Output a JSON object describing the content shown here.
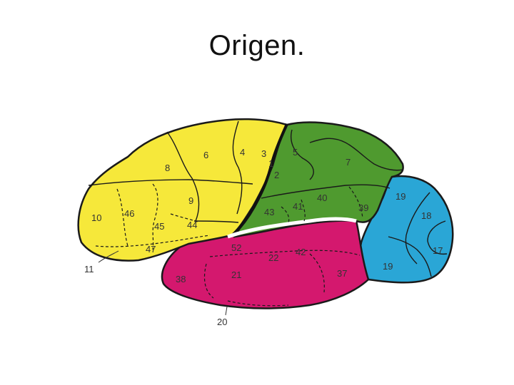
{
  "slide": {
    "title": "Origen."
  },
  "diagram": {
    "colors": {
      "frontal": "#f6e83a",
      "parietal": "#4f9a2f",
      "temporal": "#d4186e",
      "occipital": "#2aa6d6",
      "outline": "#1a1a1a"
    },
    "areas": {
      "a4": "4",
      "a6": "6",
      "a8": "8",
      "a9": "9",
      "a10": "10",
      "a46": "46",
      "a45": "45",
      "a44": "44",
      "a47": "47",
      "a11": "11",
      "a3": "3",
      "a1": "1",
      "a2": "2",
      "a5": "5",
      "a7": "7",
      "a43": "43",
      "a41": "41",
      "a40": "40",
      "a39": "39",
      "a19_top": "19",
      "a18": "18",
      "a17": "17",
      "a19_bottom": "19",
      "a52": "52",
      "a22": "22",
      "a42": "42",
      "a38": "38",
      "a21": "21",
      "a37": "37",
      "a20": "20"
    }
  }
}
